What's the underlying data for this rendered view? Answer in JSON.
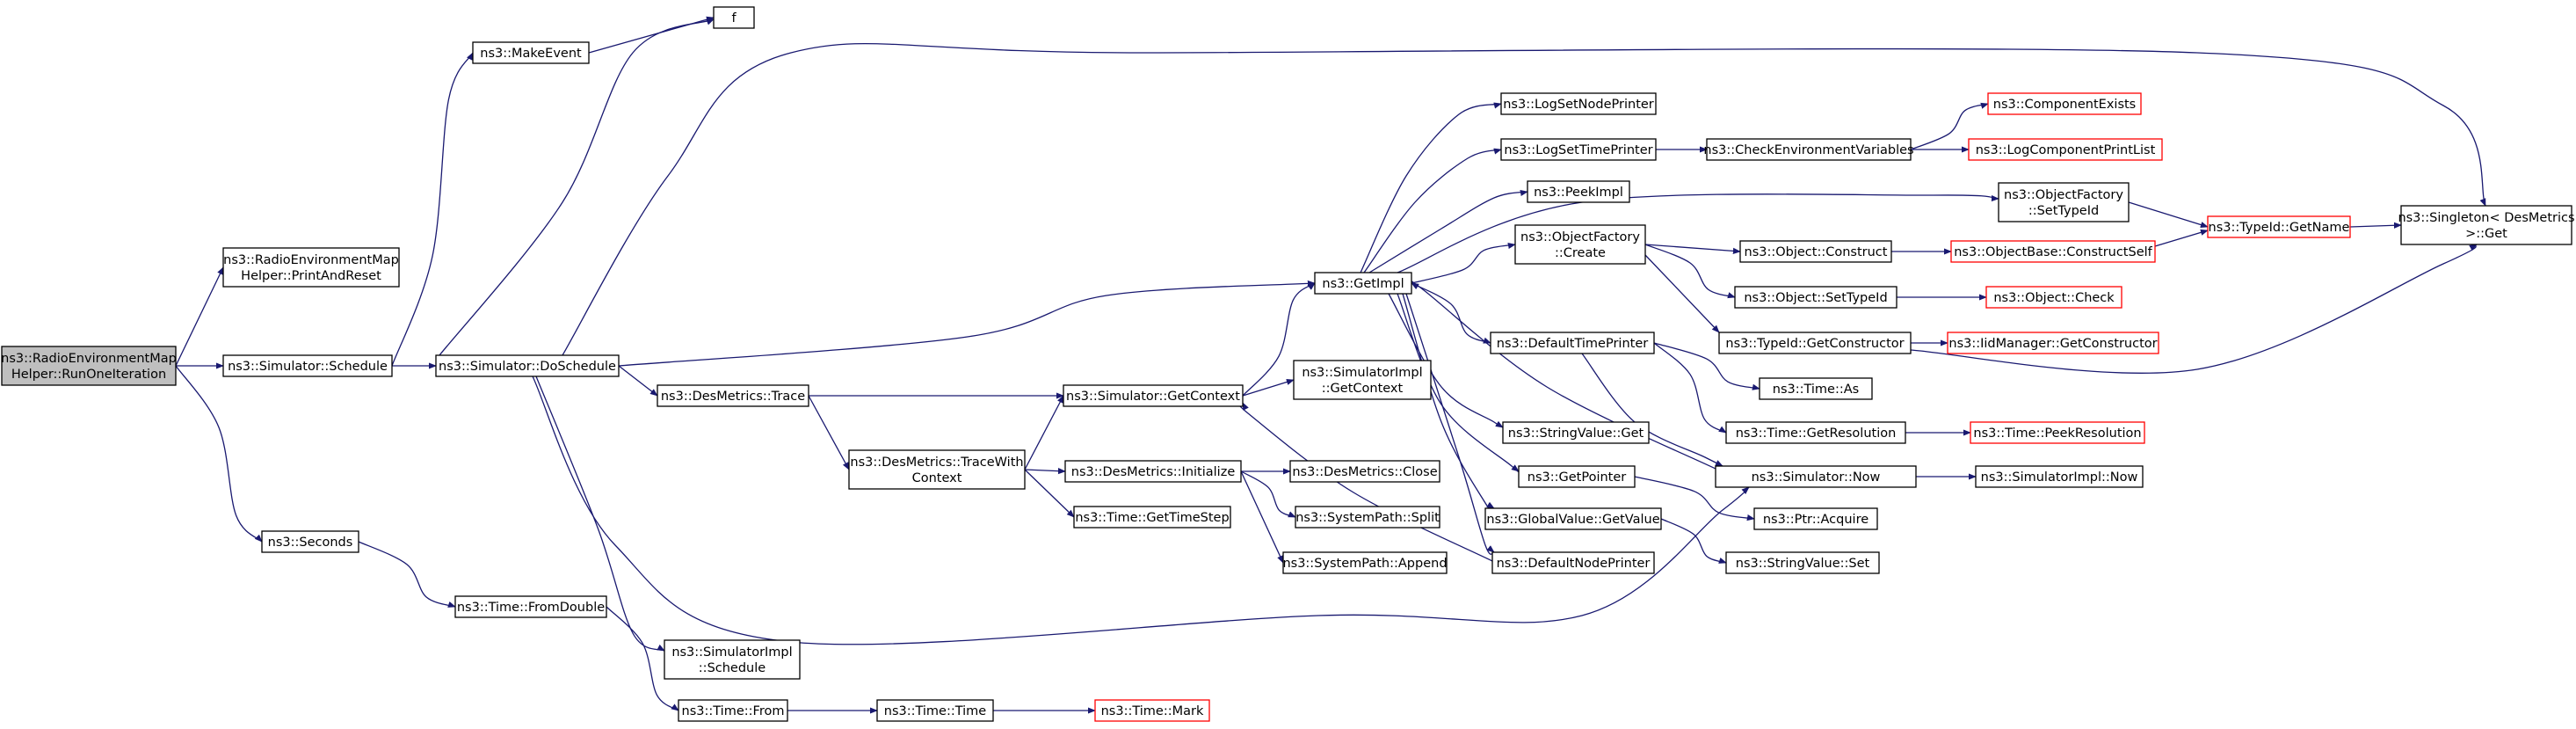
{
  "colors": {
    "edge": "#191970",
    "root_fill": "#bfbfbf",
    "node_border": "#000000",
    "truncated_border": "#ff0000",
    "text": "#000000"
  },
  "nodes": [
    {
      "id": "root",
      "lines": [
        "ns3::RadioEnvironmentMap",
        "Helper::RunOneIteration"
      ],
      "kind": "root"
    },
    {
      "id": "printreset",
      "lines": [
        "ns3::RadioEnvironmentMap",
        "Helper::PrintAndReset"
      ]
    },
    {
      "id": "schedule",
      "lines": [
        "ns3::Simulator::Schedule"
      ]
    },
    {
      "id": "seconds",
      "lines": [
        "ns3::Seconds"
      ]
    },
    {
      "id": "makeevent",
      "lines": [
        "ns3::MakeEvent"
      ]
    },
    {
      "id": "f",
      "lines": [
        "f"
      ]
    },
    {
      "id": "doschedule",
      "lines": [
        "ns3::Simulator::DoSchedule"
      ]
    },
    {
      "id": "fromdouble",
      "lines": [
        "ns3::Time::FromDouble"
      ]
    },
    {
      "id": "trace",
      "lines": [
        "ns3::DesMetrics::Trace"
      ]
    },
    {
      "id": "simimplschedule",
      "lines": [
        "ns3::SimulatorImpl",
        "::Schedule"
      ]
    },
    {
      "id": "timefrom",
      "lines": [
        "ns3::Time::From"
      ]
    },
    {
      "id": "tracewithcontext",
      "lines": [
        "ns3::DesMetrics::TraceWith",
        "Context"
      ]
    },
    {
      "id": "timetime",
      "lines": [
        "ns3::Time::Time"
      ]
    },
    {
      "id": "timemark",
      "lines": [
        "ns3::Time::Mark"
      ],
      "kind": "truncated"
    },
    {
      "id": "getcontext",
      "lines": [
        "ns3::Simulator::GetContext"
      ]
    },
    {
      "id": "desinit",
      "lines": [
        "ns3::DesMetrics::Initialize"
      ]
    },
    {
      "id": "gettimestep",
      "lines": [
        "ns3::Time::GetTimeStep"
      ]
    },
    {
      "id": "getimpl",
      "lines": [
        "ns3::GetImpl"
      ]
    },
    {
      "id": "simimplgetcontext",
      "lines": [
        "ns3::SimulatorImpl",
        "::GetContext"
      ]
    },
    {
      "id": "desclose",
      "lines": [
        "ns3::DesMetrics::Close"
      ]
    },
    {
      "id": "syspathsplit",
      "lines": [
        "ns3::SystemPath::Split"
      ]
    },
    {
      "id": "syspathappend",
      "lines": [
        "ns3::SystemPath::Append"
      ]
    },
    {
      "id": "logsetnodeprinter",
      "lines": [
        "ns3::LogSetNodePrinter"
      ]
    },
    {
      "id": "logsettimeprinter",
      "lines": [
        "ns3::LogSetTimePrinter"
      ]
    },
    {
      "id": "peekimpl",
      "lines": [
        "ns3::PeekImpl"
      ]
    },
    {
      "id": "objfactorycreate",
      "lines": [
        "ns3::ObjectFactory",
        "::Create"
      ]
    },
    {
      "id": "defaulttimeprinter",
      "lines": [
        "ns3::DefaultTimePrinter"
      ]
    },
    {
      "id": "stringvalueget",
      "lines": [
        "ns3::StringValue::Get"
      ]
    },
    {
      "id": "getpointer",
      "lines": [
        "ns3::GetPointer"
      ]
    },
    {
      "id": "globalvalueget",
      "lines": [
        "ns3::GlobalValue::GetValue"
      ]
    },
    {
      "id": "defaultnodeprinter",
      "lines": [
        "ns3::DefaultNodePrinter"
      ]
    },
    {
      "id": "checkenv",
      "lines": [
        "ns3::CheckEnvironmentVariables"
      ]
    },
    {
      "id": "objfactorysettypeid",
      "lines": [
        "ns3::ObjectFactory",
        "::SetTypeId"
      ]
    },
    {
      "id": "objconstruct",
      "lines": [
        "ns3::Object::Construct"
      ]
    },
    {
      "id": "objsettypeid",
      "lines": [
        "ns3::Object::SetTypeId"
      ]
    },
    {
      "id": "typeidgetconstructor",
      "lines": [
        "ns3::TypeId::GetConstructor"
      ]
    },
    {
      "id": "timeas",
      "lines": [
        "ns3::Time::As"
      ]
    },
    {
      "id": "timegetresolution",
      "lines": [
        "ns3::Time::GetResolution"
      ]
    },
    {
      "id": "simnow",
      "lines": [
        "ns3::Simulator::Now"
      ]
    },
    {
      "id": "ptracquire",
      "lines": [
        "ns3::Ptr::Acquire"
      ]
    },
    {
      "id": "stringvalueset",
      "lines": [
        "ns3::StringValue::Set"
      ]
    },
    {
      "id": "componentexists",
      "lines": [
        "ns3::ComponentExists"
      ],
      "kind": "truncated"
    },
    {
      "id": "logcomponentprintlist",
      "lines": [
        "ns3::LogComponentPrintList"
      ],
      "kind": "truncated"
    },
    {
      "id": "typeidgetname",
      "lines": [
        "ns3::TypeId::GetName"
      ],
      "kind": "truncated"
    },
    {
      "id": "objbaseconstructself",
      "lines": [
        "ns3::ObjectBase::ConstructSelf"
      ],
      "kind": "truncated"
    },
    {
      "id": "objcheck",
      "lines": [
        "ns3::Object::Check"
      ],
      "kind": "truncated"
    },
    {
      "id": "iidmanagergetconstructor",
      "lines": [
        "ns3::IidManager::GetConstructor"
      ],
      "kind": "truncated"
    },
    {
      "id": "timepeekresolution",
      "lines": [
        "ns3::Time::PeekResolution"
      ],
      "kind": "truncated"
    },
    {
      "id": "simimplnow",
      "lines": [
        "ns3::SimulatorImpl::Now"
      ]
    },
    {
      "id": "singleton",
      "lines": [
        "ns3::Singleton< DesMetrics",
        " >::Get"
      ]
    }
  ],
  "edges": [
    [
      "root",
      "printreset"
    ],
    [
      "root",
      "schedule"
    ],
    [
      "root",
      "seconds"
    ],
    [
      "schedule",
      "makeevent"
    ],
    [
      "schedule",
      "f"
    ],
    [
      "schedule",
      "doschedule"
    ],
    [
      "makeevent",
      "f"
    ],
    [
      "seconds",
      "fromdouble"
    ],
    [
      "fromdouble",
      "timefrom"
    ],
    [
      "timefrom",
      "timetime"
    ],
    [
      "timetime",
      "timemark"
    ],
    [
      "doschedule",
      "singleton"
    ],
    [
      "doschedule",
      "getimpl"
    ],
    [
      "doschedule",
      "trace"
    ],
    [
      "doschedule",
      "simimplschedule"
    ],
    [
      "doschedule",
      "simnow"
    ],
    [
      "trace",
      "getcontext"
    ],
    [
      "trace",
      "tracewithcontext"
    ],
    [
      "tracewithcontext",
      "getcontext"
    ],
    [
      "tracewithcontext",
      "desinit"
    ],
    [
      "tracewithcontext",
      "gettimestep"
    ],
    [
      "desinit",
      "desclose"
    ],
    [
      "desinit",
      "syspathsplit"
    ],
    [
      "desinit",
      "syspathappend"
    ],
    [
      "getcontext",
      "getimpl"
    ],
    [
      "getcontext",
      "simimplgetcontext"
    ],
    [
      "getimpl",
      "logsetnodeprinter"
    ],
    [
      "getimpl",
      "logsettimeprinter"
    ],
    [
      "getimpl",
      "peekimpl"
    ],
    [
      "getimpl",
      "objfactorysettypeid"
    ],
    [
      "getimpl",
      "objfactorycreate"
    ],
    [
      "getimpl",
      "defaulttimeprinter"
    ],
    [
      "getimpl",
      "stringvalueget"
    ],
    [
      "getimpl",
      "getpointer"
    ],
    [
      "getimpl",
      "globalvalueget"
    ],
    [
      "getimpl",
      "defaultnodeprinter"
    ],
    [
      "logsettimeprinter",
      "checkenv"
    ],
    [
      "checkenv",
      "componentexists"
    ],
    [
      "checkenv",
      "logcomponentprintlist"
    ],
    [
      "objfactorysettypeid",
      "typeidgetname"
    ],
    [
      "objfactorycreate",
      "objconstruct"
    ],
    [
      "objfactorycreate",
      "objsettypeid"
    ],
    [
      "objfactorycreate",
      "typeidgetconstructor"
    ],
    [
      "objconstruct",
      "objbaseconstructself"
    ],
    [
      "objsettypeid",
      "objcheck"
    ],
    [
      "objbaseconstructself",
      "typeidgetname"
    ],
    [
      "typeidgetconstructor",
      "iidmanagergetconstructor"
    ],
    [
      "typeidgetconstructor",
      "singleton"
    ],
    [
      "typeidgetname",
      "singleton"
    ],
    [
      "defaulttimeprinter",
      "timeas"
    ],
    [
      "defaulttimeprinter",
      "timegetresolution"
    ],
    [
      "defaulttimeprinter",
      "simnow"
    ],
    [
      "timegetresolution",
      "timepeekresolution"
    ],
    [
      "simnow",
      "getimpl"
    ],
    [
      "simnow",
      "simimplnow"
    ],
    [
      "getpointer",
      "ptracquire"
    ],
    [
      "globalvalueget",
      "stringvalueset"
    ],
    [
      "defaultnodeprinter",
      "getcontext"
    ]
  ]
}
